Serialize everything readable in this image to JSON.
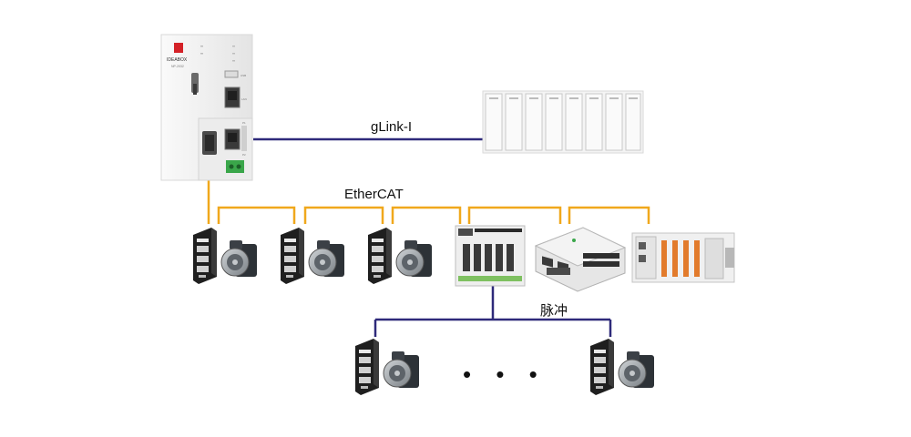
{
  "controller": {
    "brand": "IDEABOX",
    "model": "NP-2032",
    "ports": [
      "USB",
      "LAN",
      "P1",
      "P2"
    ]
  },
  "links": {
    "glink_label": "gLink-I",
    "ethercat_label": "EtherCAT",
    "pulse_label": "脉冲"
  },
  "ellipsis": "• • •",
  "colors": {
    "ethercat_line": "#f0a81c",
    "glink_line": "#2e2a7a",
    "pulse_line": "#2e2a7a",
    "controller_body": "#f2f2f2",
    "drive_body": "#2a2a2a"
  },
  "devices": {
    "ethercat_servos": [
      "servo-drive-motor",
      "servo-drive-motor",
      "servo-drive-motor"
    ],
    "ethercat_io": [
      "ethercat-pulse-module",
      "ethercat-io-coupler",
      "remote-io-rack"
    ],
    "glink_io": "glink-io-module-rack",
    "pulse_servos": [
      "servo-drive-motor",
      "servo-drive-motor"
    ]
  }
}
